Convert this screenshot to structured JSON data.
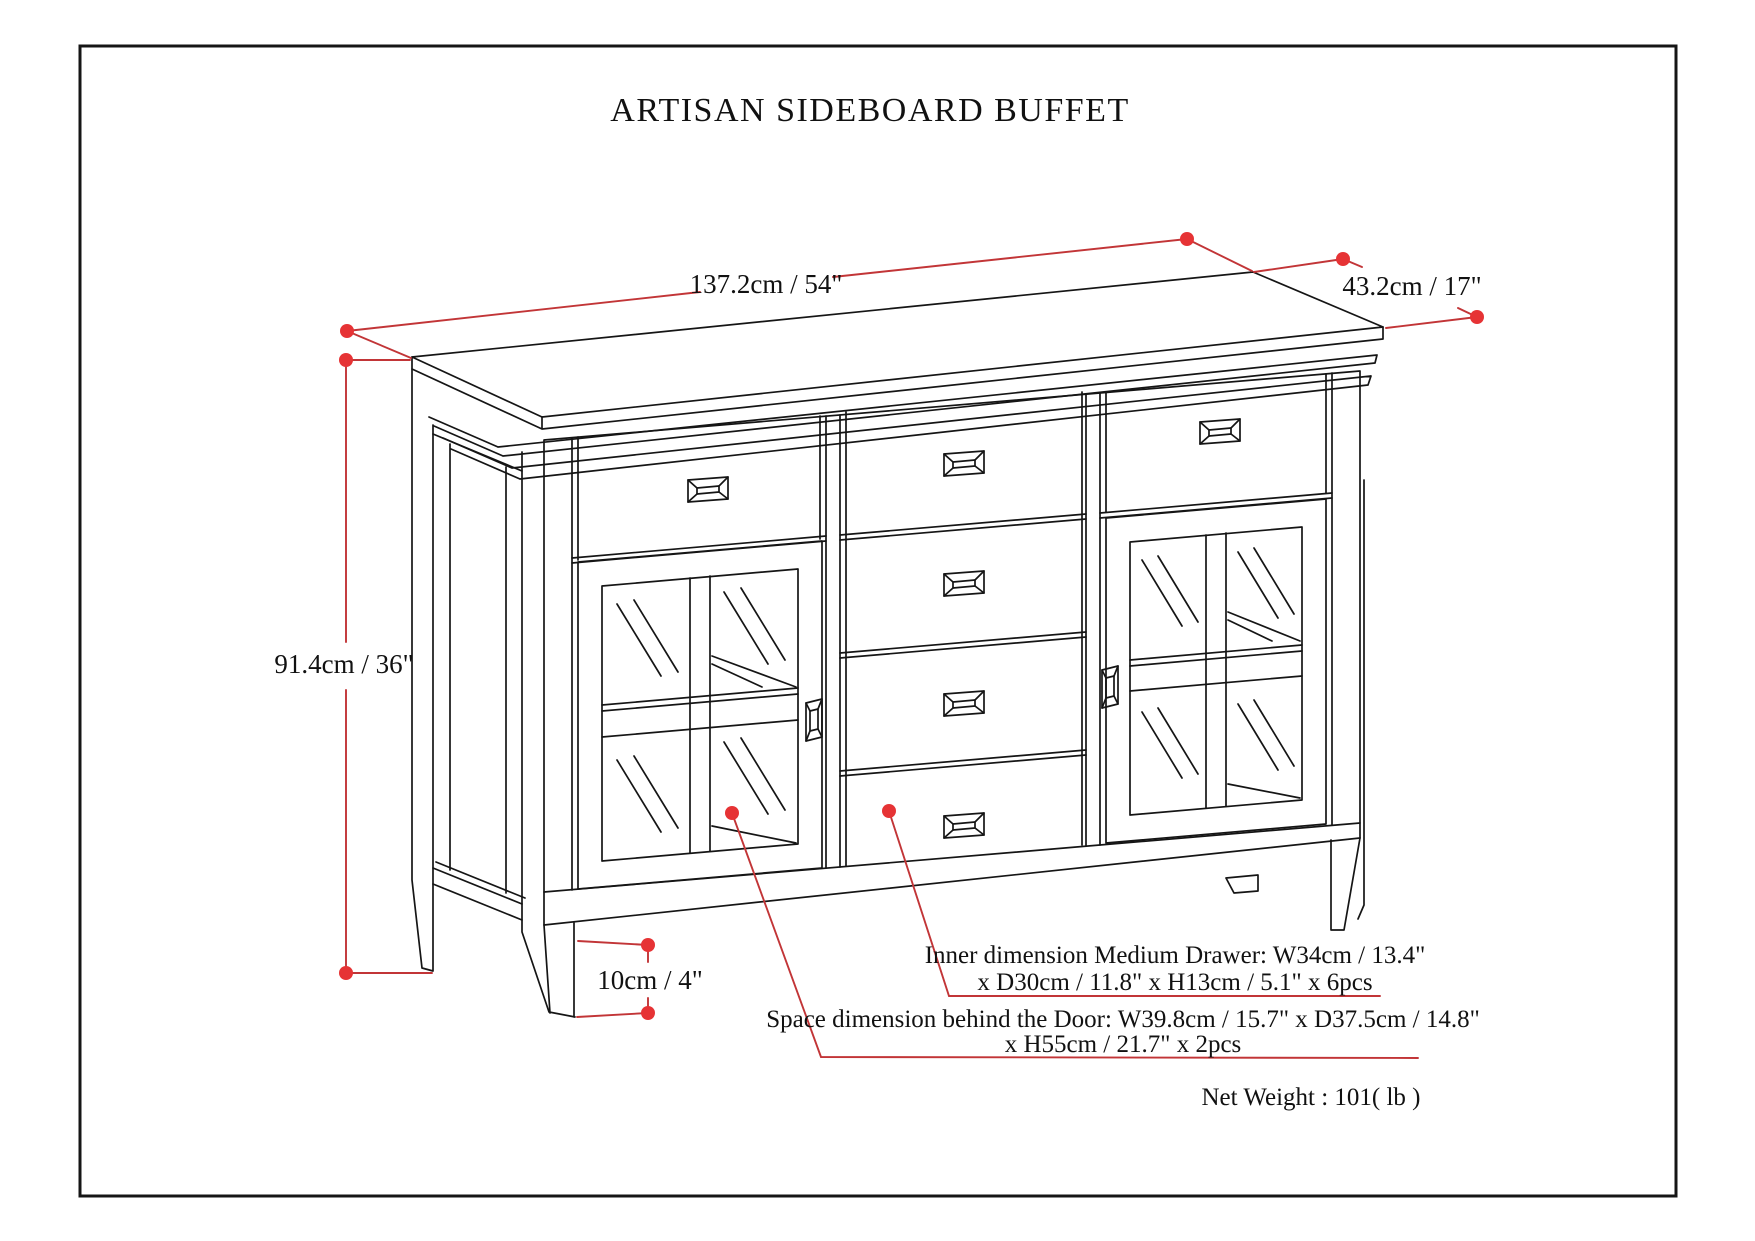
{
  "title": "ARTISAN SIDEBOARD BUFFET",
  "dimensions": {
    "width": "137.2cm / 54\"",
    "depth": "43.2cm / 17\"",
    "height": "91.4cm / 36\"",
    "leg_height": "10cm / 4\""
  },
  "annotations": {
    "drawer_line1": "Inner dimension Medium Drawer: W34cm / 13.4\"",
    "drawer_line2": "x D30cm / 11.8\" x H13cm / 5.1\" x 6pcs",
    "door_line1": "Space dimension behind the Door:  W39.8cm / 15.7\" x D37.5cm / 14.8\"",
    "door_line2": "x H55cm / 21.7\" x 2pcs",
    "net_weight": "Net Weight : 101( lb )"
  },
  "colors": {
    "line": "#151515",
    "dimension_line": "#c23537",
    "dimension_dot": "#e63335",
    "background": "#ffffff"
  }
}
